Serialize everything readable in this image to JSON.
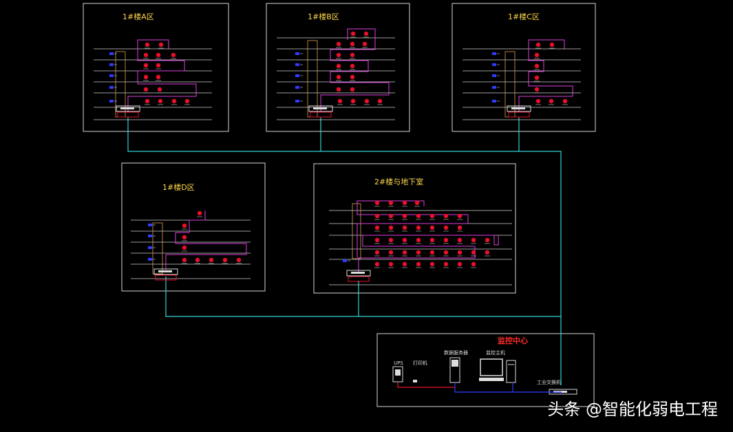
{
  "panels": {
    "a": {
      "title": "1#楼A区"
    },
    "b": {
      "title": "1#楼B区"
    },
    "c": {
      "title": "1#楼C区"
    },
    "d": {
      "title": "1#楼D区"
    },
    "e": {
      "title": "2#楼与地下室"
    }
  },
  "control_center": {
    "title": "监控中心",
    "ups_label": "UPS",
    "printer_label": "打印机",
    "server_label": "数据服务器",
    "monitor_label": "监控主机",
    "switch_label": "工业交换机"
  },
  "watermark": "头条 @智能化弱电工程",
  "colors": {
    "background": "#000000",
    "frame": "#d8d8d8",
    "trunk": "#33d6d6",
    "bus": "#e040e0",
    "alarm": "#e8102a",
    "device": "#2f3cff",
    "title": "#ffd84a",
    "center_title": "#ff2a2a",
    "riser": "#e0a050"
  }
}
